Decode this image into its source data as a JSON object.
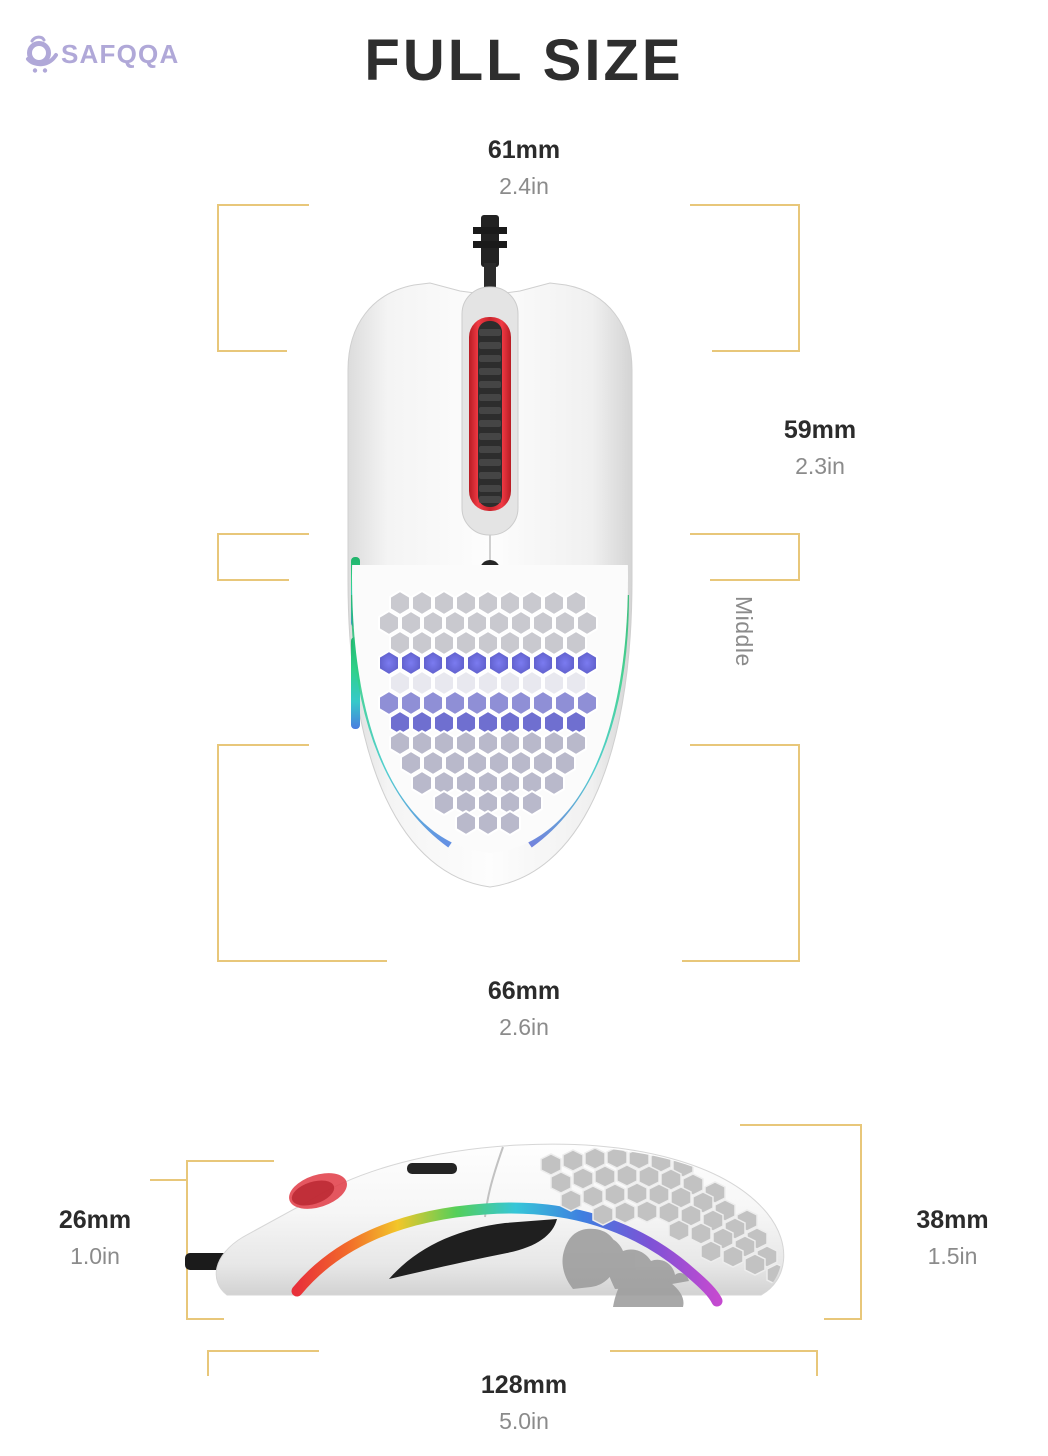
{
  "brand": {
    "name": "SAFQQA",
    "logo_icon": "shopping-cart-q-icon",
    "logo_color": "#b0a8d8"
  },
  "header": {
    "title": "FULL SIZE"
  },
  "accent_colors": {
    "bracket": "#e8c77a",
    "mm_text": "#2b2b2b",
    "in_text": "#8b8b8b",
    "title_text": "#2e2e2e",
    "background": "#ffffff",
    "mouse_body": "#f2f2f2",
    "scroll_wheel": "#e8323c",
    "cable": "#1e1e1e",
    "rgb_honeycomb": "#6a6ad8"
  },
  "top_view": {
    "alt": "gaming-mouse-top-view",
    "dimensions": {
      "width": {
        "mm": "61mm",
        "in": "2.4in",
        "position": "top"
      },
      "height_upper": {
        "mm": "59mm",
        "in": "2.3in",
        "position": "right"
      },
      "width_lower": {
        "mm": "66mm",
        "in": "2.6in",
        "position": "bottom"
      }
    },
    "middle_label": "Middle"
  },
  "side_view": {
    "alt": "gaming-mouse-side-view",
    "dimensions": {
      "front_height": {
        "mm": "26mm",
        "in": "1.0in",
        "position": "left"
      },
      "rear_height": {
        "mm": "38mm",
        "in": "1.5in",
        "position": "right"
      },
      "length": {
        "mm": "128mm",
        "in": "5.0in",
        "position": "bottom"
      }
    }
  }
}
